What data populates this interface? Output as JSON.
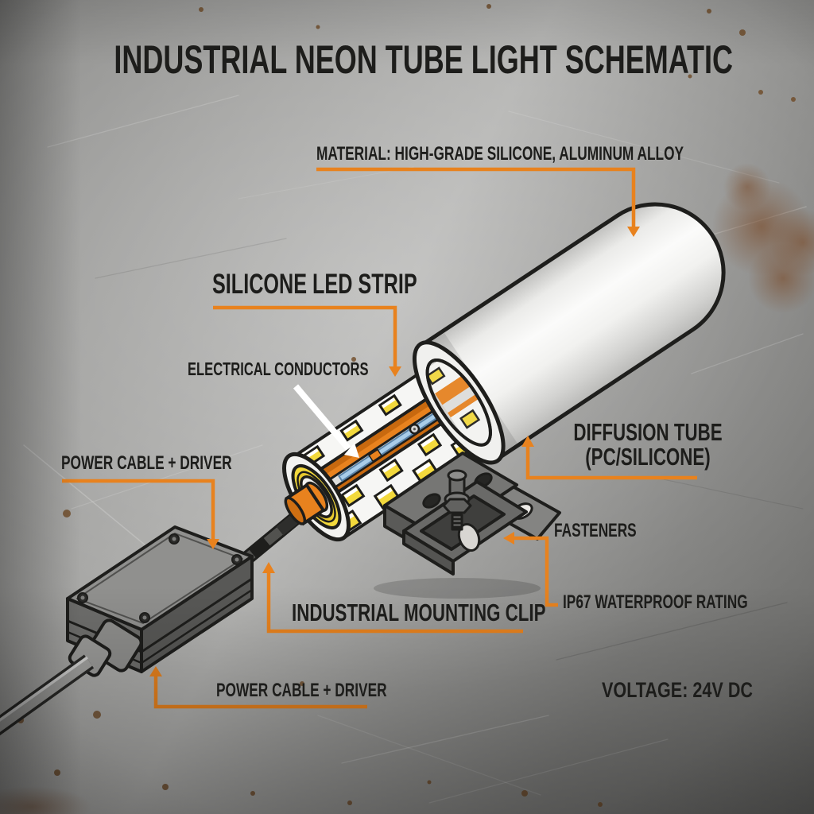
{
  "title": "INDUSTRIAL NEON TUBE LIGHT SCHEMATIC",
  "labels": {
    "material": "MATERIAL: HIGH-GRADE SILICONE, ALUMINUM ALLOY",
    "led_strip": "SILICONE LED STRIP",
    "conductors": "ELECTRICAL CONDUCTORS",
    "diffusion_tube_line1": "DIFFUSION TUBE",
    "diffusion_tube_line2": "(PC/SILICONE)",
    "power_cable_driver_top": "POWER CABLE + DRIVER",
    "fasteners": "FASTENERS",
    "ip67": "IP67 WATERPROOF RATING",
    "mounting_clip": "INDUSTRIAL MOUNTING CLIP",
    "power_cable_driver_bottom": "POWER CABLE + DRIVER",
    "voltage": "VOLTAGE: 24V DC"
  },
  "colors": {
    "accent_orange": "#E8821E",
    "label_text": "#1D1D1B",
    "led_yellow": "#F3D93C",
    "tube_white": "#F4F4F2",
    "conductor_blue": "#A9CDE9",
    "metal_background": "#9A9A98"
  }
}
